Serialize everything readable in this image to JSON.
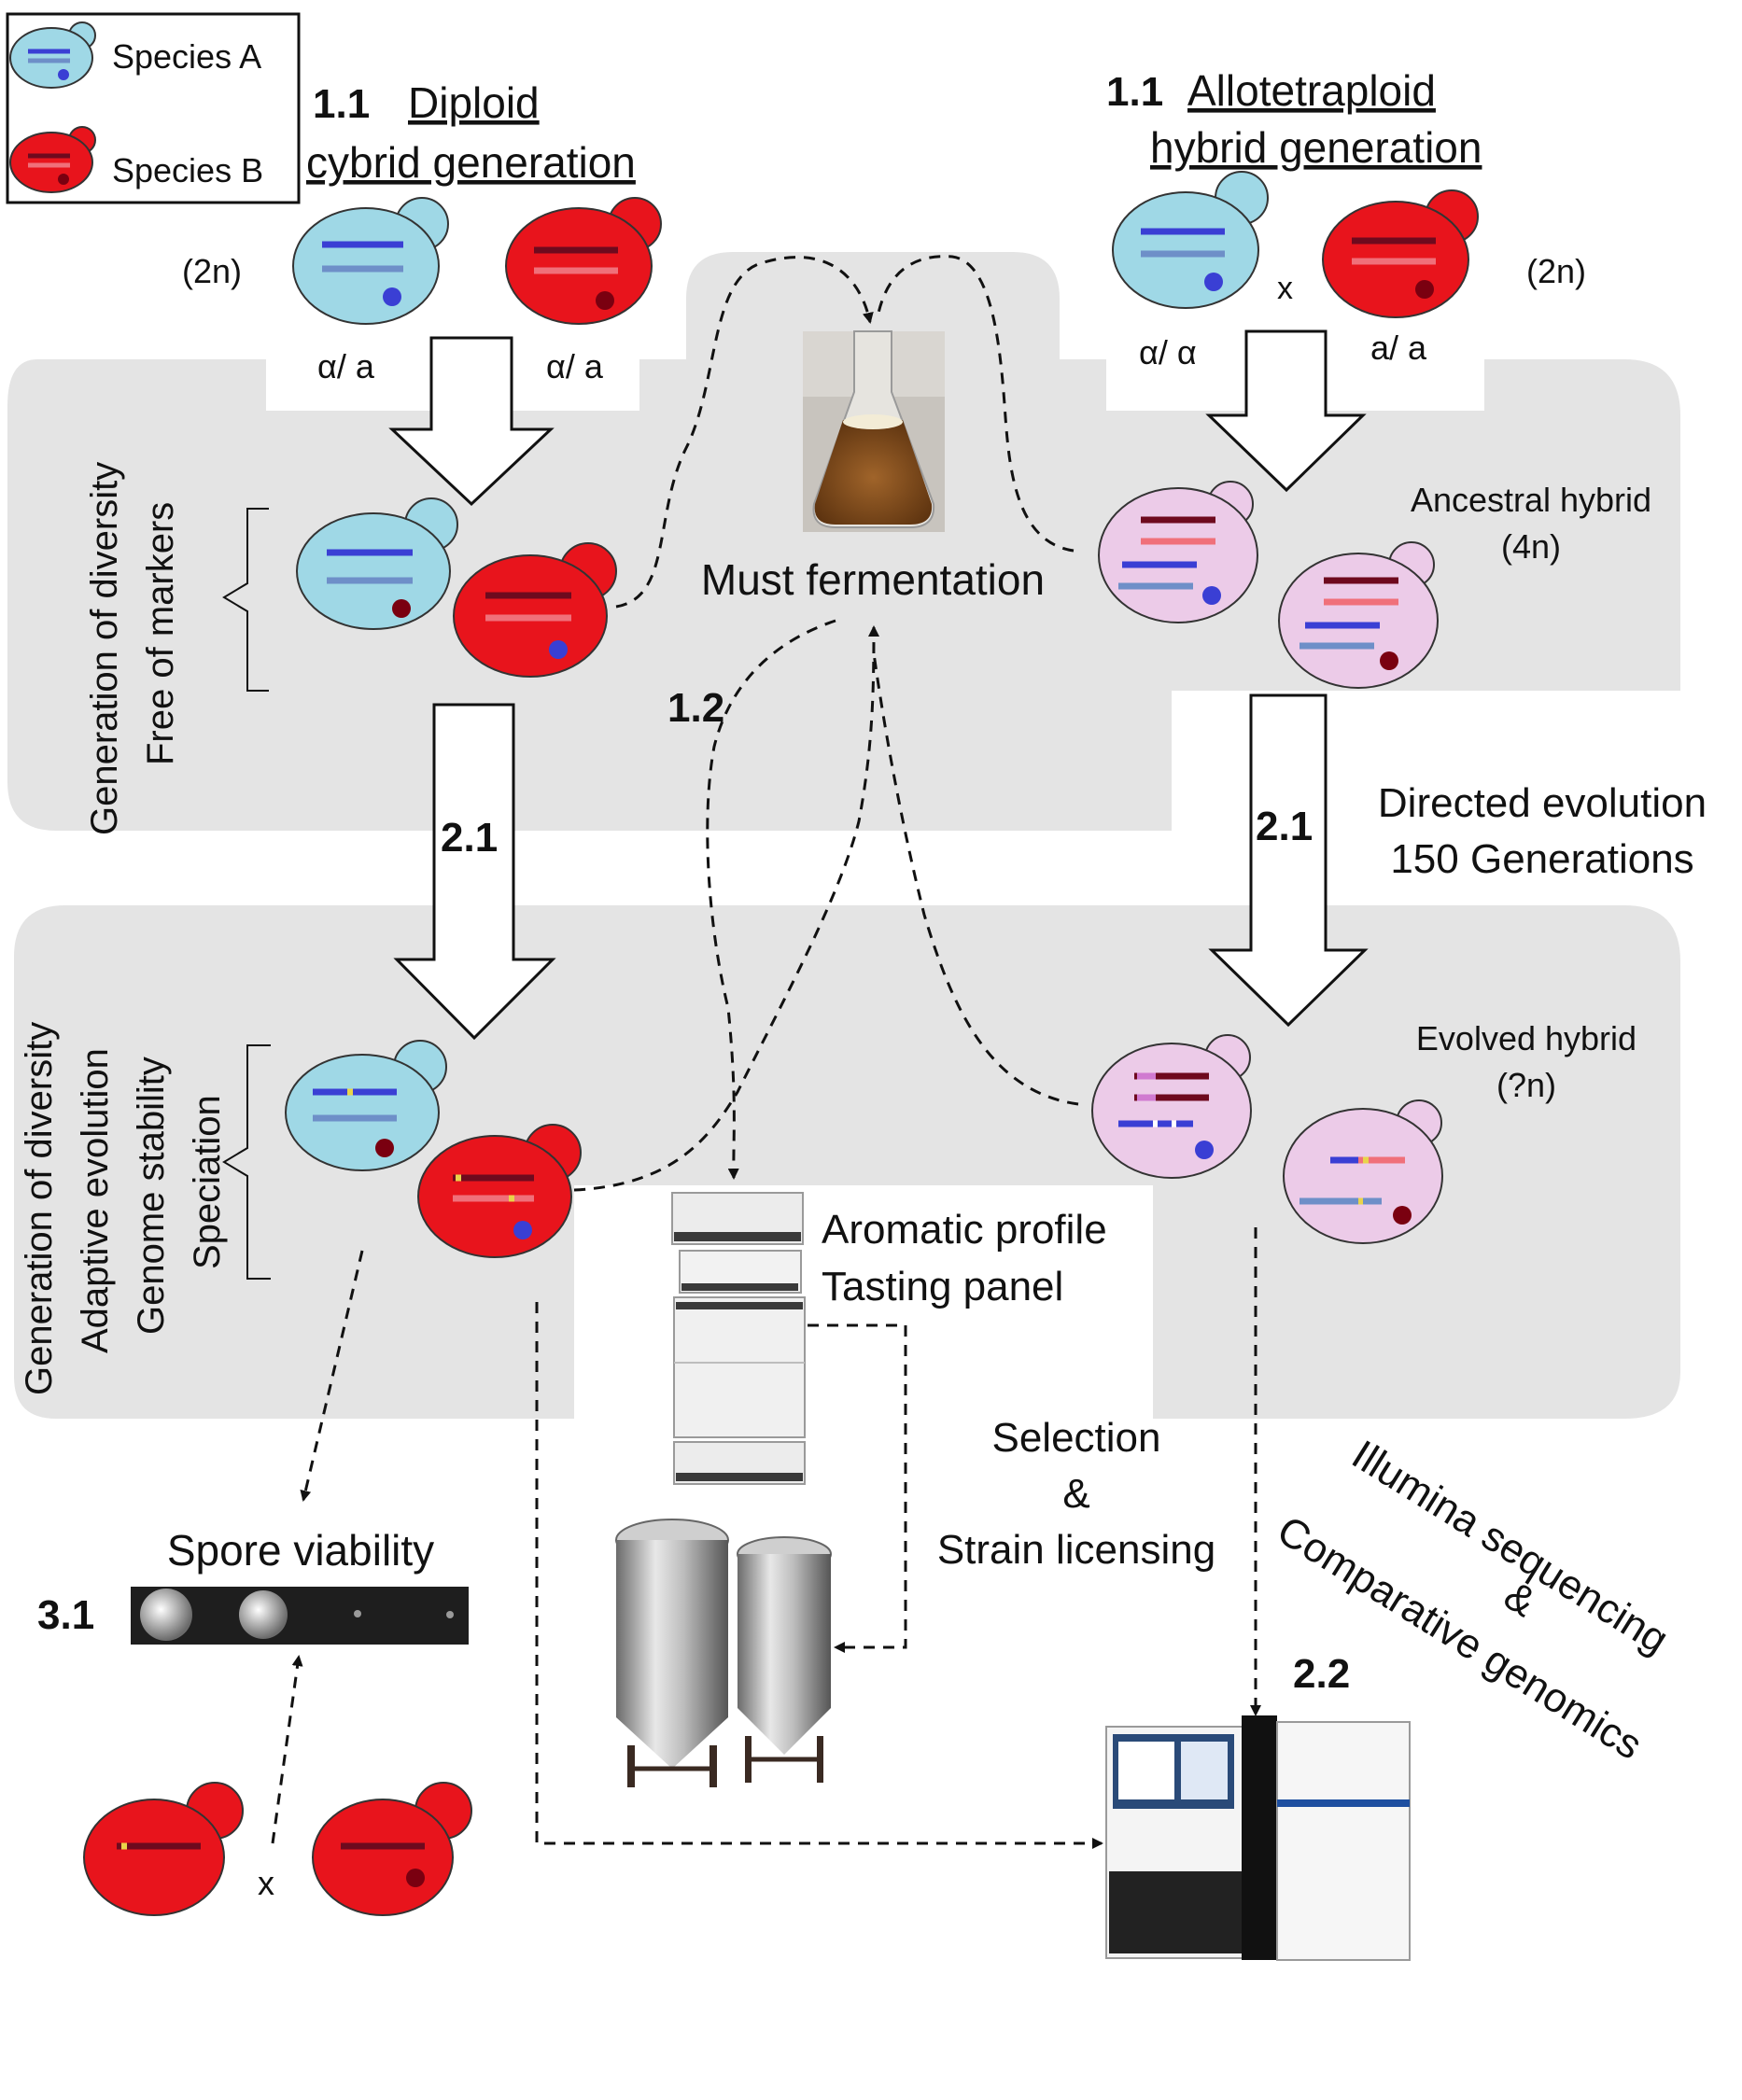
{
  "legend": {
    "species_a": "Species A",
    "species_b": "Species B"
  },
  "left_step": {
    "number": "1.1",
    "title_line1": "Diploid",
    "title_line2": "cybrid generation",
    "ploidy": "(2n)",
    "mating_a": "α/ a",
    "mating_b": "α/ a"
  },
  "right_step": {
    "number": "1.1",
    "title_line1": "Allotetraploid",
    "title_line2": "hybrid generation",
    "ploidy": "(2n)",
    "mating_a": "α/ α",
    "mating_b": "a/ a",
    "cross": "x"
  },
  "fermentation": {
    "label": "Must fermentation",
    "step": "1.2"
  },
  "ancestral": {
    "line1": "Ancestral hybrid",
    "line2": "(4n)"
  },
  "evolved": {
    "line1": "Evolved hybrid",
    "line2": "(?n)"
  },
  "directed": {
    "line1": "Directed evolution",
    "line2": "150 Generations"
  },
  "steps": {
    "left_2_1": "2.1",
    "right_2_1": "2.1",
    "step_2_2": "2.2",
    "step_3_1": "3.1"
  },
  "panel_top_side": {
    "line1": "Generation of diversity",
    "line2": "Free of markers"
  },
  "panel_bottom_side": {
    "line1": "Generation of diversity",
    "line2": "Adaptive evolution",
    "line3": "Genome stability",
    "line4": "Speciation"
  },
  "aromatic": {
    "line1": "Aromatic profile",
    "line2": "Tasting panel"
  },
  "selection": {
    "line1": "Selection",
    "line2": "&",
    "line3": "Strain licensing"
  },
  "illumina": {
    "line1": "Illumina sequencing",
    "line2": "&",
    "line3": "Comparative genomics"
  },
  "spore": {
    "label": "Spore viability",
    "cross": "x"
  },
  "colors": {
    "panel_grey": "#e4e4e4",
    "species_a_cell": "#9fd8e6",
    "species_b_cell": "#e8141c",
    "hybrid_cell": "#eccbe8",
    "blue_band": "#3a3fd4",
    "steel_band": "#6e8fc8",
    "dark_red_band": "#6e0a1e",
    "pink_band": "#f0707a",
    "blue_dot": "#3a3fd4",
    "dark_red_dot": "#7a0010"
  }
}
